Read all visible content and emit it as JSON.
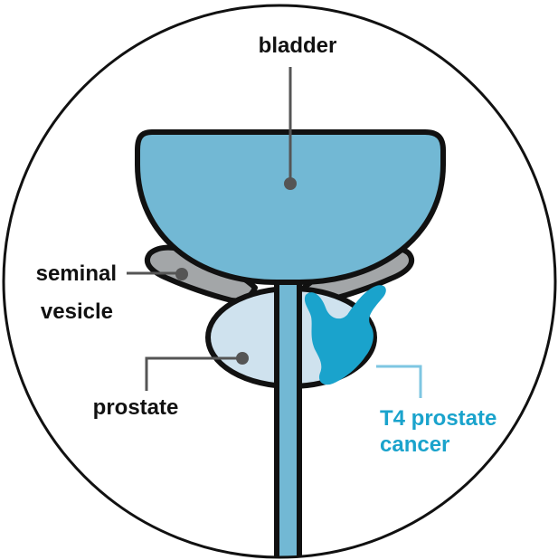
{
  "diagram": {
    "labels": {
      "bladder": "bladder",
      "seminal_vesicle_line1": "seminal",
      "seminal_vesicle_line2": "vesicle",
      "prostate": "prostate",
      "cancer_line1": "T4 prostate",
      "cancer_line2": "cancer"
    },
    "colors": {
      "background": "#ffffff",
      "outline": "#111111",
      "bladder_fill": "#72b8d4",
      "seminal_vesicle_fill": "#a3a6a8",
      "prostate_fill": "#cfe2ee",
      "tumor_fill": "#1aa3cc",
      "leader_line_gray": "#555555",
      "leader_line_blue": "#7ec6e2",
      "cancer_label": "#1aa3cc",
      "label_text": "#111111"
    }
  }
}
